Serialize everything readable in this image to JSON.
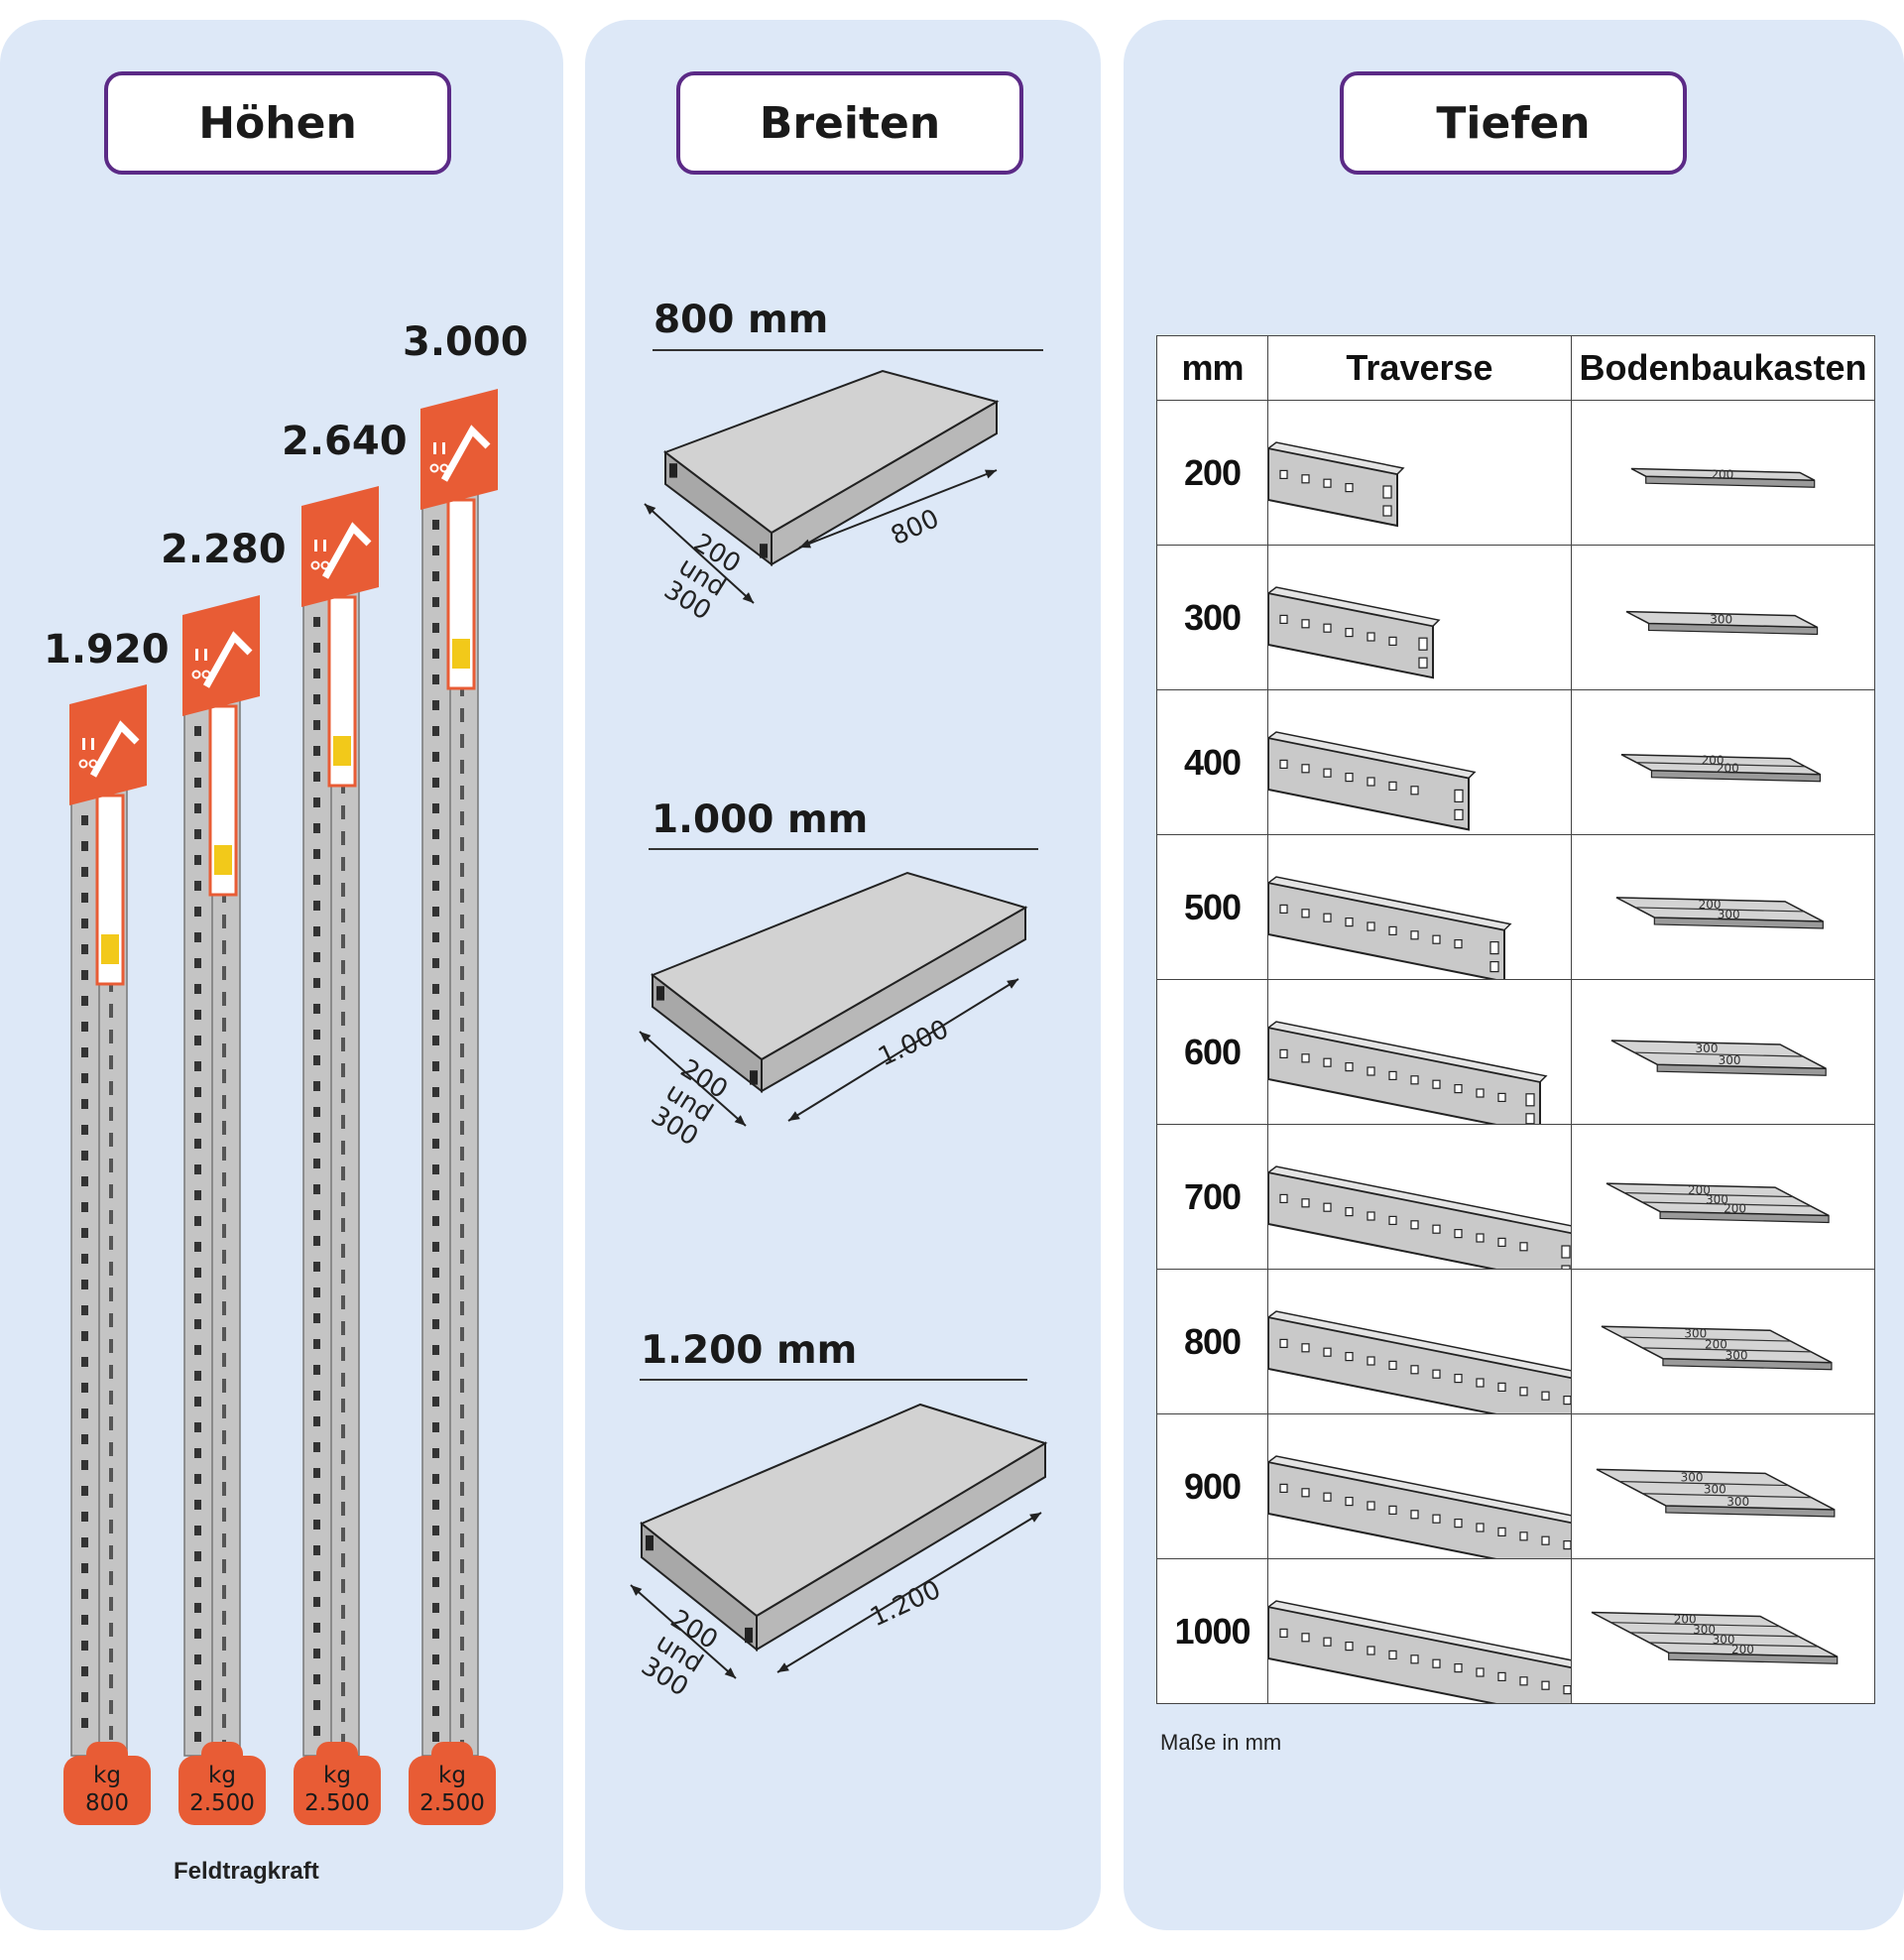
{
  "panels": {
    "heights": {
      "title": "Höhen",
      "uprights": [
        {
          "height": "1.920",
          "weight_unit": "kg",
          "weight": "800"
        },
        {
          "height": "2.280",
          "weight_unit": "kg",
          "weight": "2.500"
        },
        {
          "height": "2.640",
          "weight_unit": "kg",
          "weight": "2.500"
        },
        {
          "height": "3.000",
          "weight_unit": "kg",
          "weight": "2.500"
        }
      ],
      "footnote": "Feldtragkraft"
    },
    "widths": {
      "title": "Breiten",
      "shelves": [
        {
          "label": "800 mm",
          "length": "800",
          "depth_lines": [
            "200",
            "und",
            "300"
          ]
        },
        {
          "label": "1.000 mm",
          "length": "1.000",
          "depth_lines": [
            "200",
            "und",
            "300"
          ]
        },
        {
          "label": "1.200 mm",
          "length": "1.200",
          "depth_lines": [
            "200",
            "und",
            "300"
          ]
        }
      ]
    },
    "depths": {
      "title": "Tiefen",
      "table": {
        "headers": [
          "mm",
          "Traverse",
          "Bodenbaukasten"
        ],
        "rows": [
          {
            "mm": "200",
            "boards": [
              "200"
            ]
          },
          {
            "mm": "300",
            "boards": [
              "300"
            ]
          },
          {
            "mm": "400",
            "boards": [
              "200",
              "200"
            ]
          },
          {
            "mm": "500",
            "boards": [
              "200",
              "300"
            ]
          },
          {
            "mm": "600",
            "boards": [
              "300",
              "300"
            ]
          },
          {
            "mm": "700",
            "boards": [
              "200",
              "300",
              "200"
            ]
          },
          {
            "mm": "800",
            "boards": [
              "300",
              "200",
              "300"
            ]
          },
          {
            "mm": "900",
            "boards": [
              "300",
              "300",
              "300"
            ]
          },
          {
            "mm": "1000",
            "boards": [
              "200",
              "300",
              "300",
              "200"
            ]
          }
        ]
      },
      "footnote": "Maße in mm"
    }
  },
  "colors": {
    "panel_bg": "#dde8f7",
    "header_border": "#5b2a86",
    "accent_orange": "#e85c35",
    "steel": "#c8c8c8"
  }
}
